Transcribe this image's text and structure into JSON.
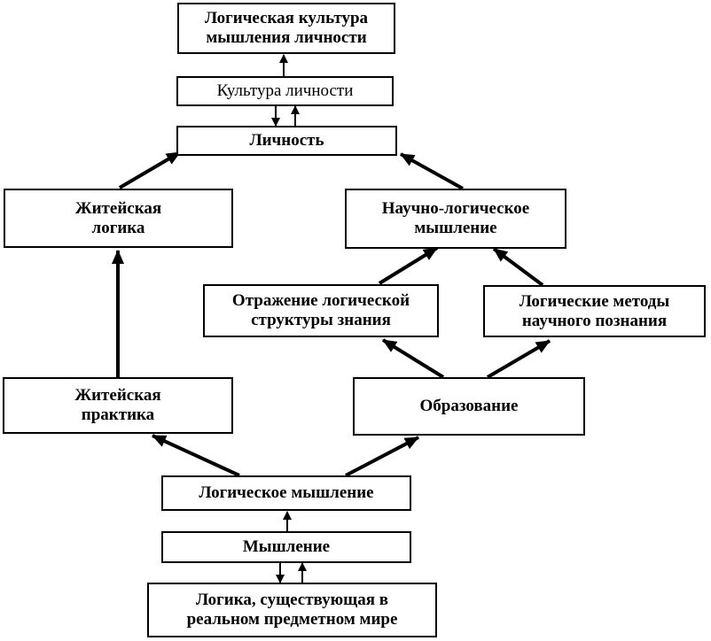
{
  "nodes": {
    "logical_culture": "Логическая культура\nмышления личности",
    "personality_culture": "Культура личности",
    "personality": "Личность",
    "everyday_logic": "Житейская\nлогика",
    "scientific_thinking": "Научно-логическое\nмышление",
    "knowledge_structure": "Отражение логической\nструктуры знания",
    "scientific_methods": "Логические методы\nнаучного познания",
    "everyday_practice": "Житейская\nпрактика",
    "education": "Образование",
    "logical_thinking": "Логическое мышление",
    "thinking": "Мышление",
    "real_world_logic": "Логика, существующая в\nреальном предметном мире"
  }
}
